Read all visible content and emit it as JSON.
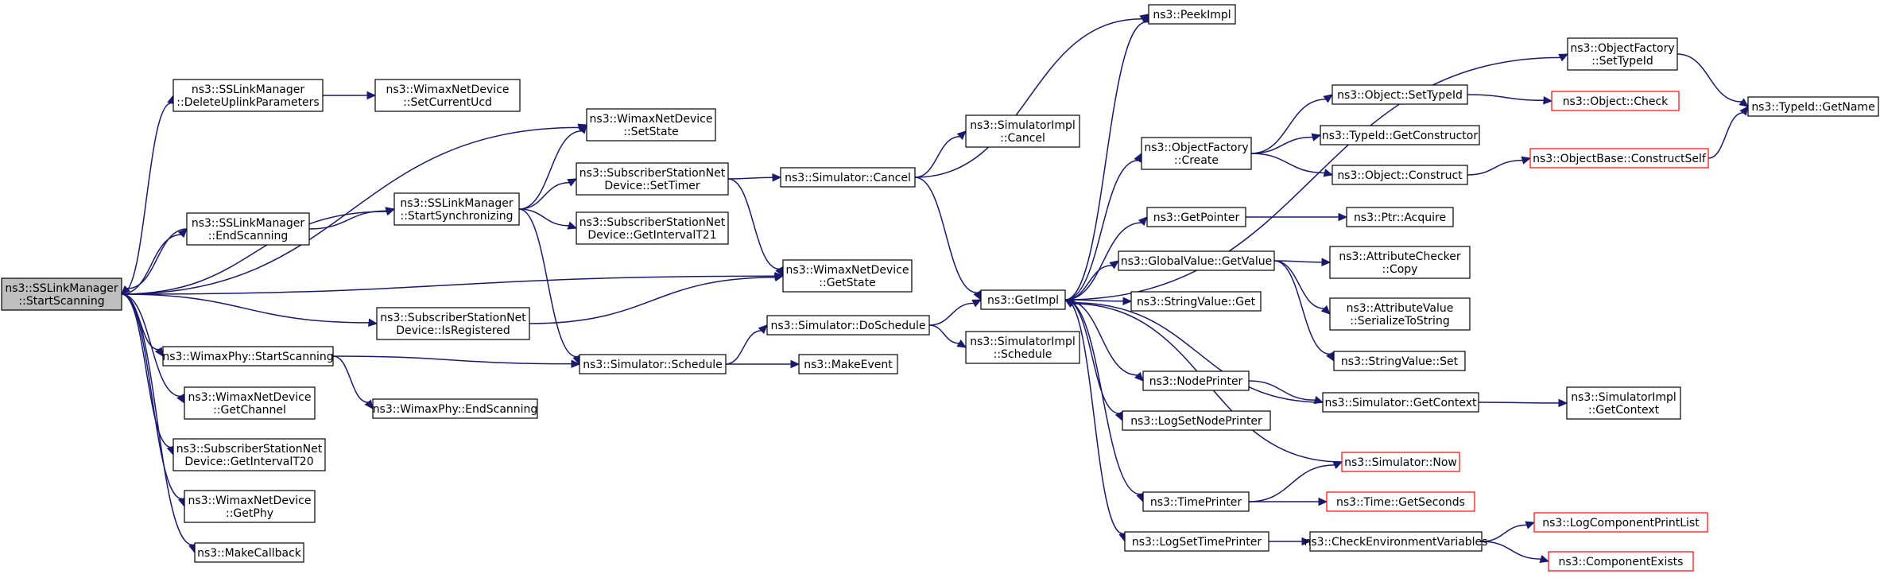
{
  "graph": {
    "edge_color": "#191970",
    "truncated_border_color": "#ff0000",
    "root_fill": "#bfbfbf",
    "nodes": [
      {
        "id": "root",
        "lines": [
          "ns3::SSLinkManager",
          "::StartScanning"
        ],
        "root": true
      },
      {
        "id": "deleteUplink",
        "lines": [
          "ns3::SSLinkManager",
          "::DeleteUplinkParameters"
        ]
      },
      {
        "id": "setCurrentUcd",
        "lines": [
          "ns3::WimaxNetDevice",
          "::SetCurrentUcd"
        ]
      },
      {
        "id": "setState",
        "lines": [
          "ns3::WimaxNetDevice",
          "::SetState"
        ]
      },
      {
        "id": "endScanningLM",
        "lines": [
          "ns3::SSLinkManager",
          "::EndScanning"
        ]
      },
      {
        "id": "startSync",
        "lines": [
          "ns3::SSLinkManager",
          "::StartSynchronizing"
        ]
      },
      {
        "id": "setTimer",
        "lines": [
          "ns3::SubscriberStationNet",
          "Device::SetTimer"
        ]
      },
      {
        "id": "getIntervalT21",
        "lines": [
          "ns3::SubscriberStationNet",
          "Device::GetIntervalT21"
        ]
      },
      {
        "id": "getState",
        "lines": [
          "ns3::WimaxNetDevice",
          "::GetState"
        ]
      },
      {
        "id": "isRegistered",
        "lines": [
          "ns3::SubscriberStationNet",
          "Device::IsRegistered"
        ]
      },
      {
        "id": "phyStartScanning",
        "lines": [
          "ns3::WimaxPhy::StartScanning"
        ]
      },
      {
        "id": "phyEndScanning",
        "lines": [
          "ns3::WimaxPhy::EndScanning"
        ]
      },
      {
        "id": "getChannel",
        "lines": [
          "ns3::WimaxNetDevice",
          "::GetChannel"
        ]
      },
      {
        "id": "getIntervalT20",
        "lines": [
          "ns3::SubscriberStationNet",
          "Device::GetIntervalT20"
        ]
      },
      {
        "id": "getPhy",
        "lines": [
          "ns3::WimaxNetDevice",
          "::GetPhy"
        ]
      },
      {
        "id": "makeCallback",
        "lines": [
          "ns3::MakeCallback"
        ]
      },
      {
        "id": "simCancel",
        "lines": [
          "ns3::Simulator::Cancel"
        ]
      },
      {
        "id": "simImplCancel",
        "lines": [
          "ns3::SimulatorImpl",
          "::Cancel"
        ]
      },
      {
        "id": "simSchedule",
        "lines": [
          "ns3::Simulator::Schedule"
        ]
      },
      {
        "id": "simDoSchedule",
        "lines": [
          "ns3::Simulator::DoSchedule"
        ]
      },
      {
        "id": "makeEvent",
        "lines": [
          "ns3::MakeEvent"
        ]
      },
      {
        "id": "simImplSchedule",
        "lines": [
          "ns3::SimulatorImpl",
          "::Schedule"
        ]
      },
      {
        "id": "getImpl",
        "lines": [
          "ns3::GetImpl"
        ]
      },
      {
        "id": "peekImpl",
        "lines": [
          "ns3::PeekImpl"
        ]
      },
      {
        "id": "ofCreate",
        "lines": [
          "ns3::ObjectFactory",
          "::Create"
        ]
      },
      {
        "id": "ofSetTypeId",
        "lines": [
          "ns3::ObjectFactory",
          "::SetTypeId"
        ]
      },
      {
        "id": "typeIdGetName",
        "lines": [
          "ns3::TypeId::GetName"
        ]
      },
      {
        "id": "objSetTypeId",
        "lines": [
          "ns3::Object::SetTypeId"
        ]
      },
      {
        "id": "objCheck",
        "lines": [
          "ns3::Object::Check"
        ],
        "truncated": true
      },
      {
        "id": "typeIdGetCtor",
        "lines": [
          "ns3::TypeId::GetConstructor"
        ]
      },
      {
        "id": "objConstruct",
        "lines": [
          "ns3::Object::Construct"
        ]
      },
      {
        "id": "objBaseConstructSelf",
        "lines": [
          "ns3::ObjectBase::ConstructSelf"
        ],
        "truncated": true
      },
      {
        "id": "getPointer",
        "lines": [
          "ns3::GetPointer"
        ]
      },
      {
        "id": "ptrAcquire",
        "lines": [
          "ns3::Ptr::Acquire"
        ]
      },
      {
        "id": "gvGetValue",
        "lines": [
          "ns3::GlobalValue::GetValue"
        ]
      },
      {
        "id": "attrCheckerCopy",
        "lines": [
          "ns3::AttributeChecker",
          "::Copy"
        ]
      },
      {
        "id": "attrValueSerialize",
        "lines": [
          "ns3::AttributeValue",
          "::SerializeToString"
        ]
      },
      {
        "id": "stringValueGet",
        "lines": [
          "ns3::StringValue::Get"
        ]
      },
      {
        "id": "stringValueSet",
        "lines": [
          "ns3::StringValue::Set"
        ]
      },
      {
        "id": "nodePrinter",
        "lines": [
          "ns3::NodePrinter"
        ]
      },
      {
        "id": "simGetContext",
        "lines": [
          "ns3::Simulator::GetContext"
        ]
      },
      {
        "id": "simImplGetContext",
        "lines": [
          "ns3::SimulatorImpl",
          "::GetContext"
        ]
      },
      {
        "id": "logSetNodePrinter",
        "lines": [
          "ns3::LogSetNodePrinter"
        ]
      },
      {
        "id": "simNow",
        "lines": [
          "ns3::Simulator::Now"
        ],
        "truncated": true
      },
      {
        "id": "timePrinter",
        "lines": [
          "ns3::TimePrinter"
        ]
      },
      {
        "id": "timeGetSeconds",
        "lines": [
          "ns3::Time::GetSeconds"
        ],
        "truncated": true
      },
      {
        "id": "logSetTimePrinter",
        "lines": [
          "ns3::LogSetTimePrinter"
        ]
      },
      {
        "id": "checkEnvVars",
        "lines": [
          "ns3::CheckEnvironmentVariables"
        ]
      },
      {
        "id": "logComponentPrintList",
        "lines": [
          "ns3::LogComponentPrintList"
        ],
        "truncated": true
      },
      {
        "id": "componentExists",
        "lines": [
          "ns3::ComponentExists"
        ],
        "truncated": true
      }
    ],
    "edges": [
      [
        "root",
        "deleteUplink"
      ],
      [
        "root",
        "setState"
      ],
      [
        "root",
        "endScanningLM"
      ],
      [
        "root",
        "startSync"
      ],
      [
        "root",
        "getState"
      ],
      [
        "root",
        "isRegistered"
      ],
      [
        "root",
        "phyStartScanning"
      ],
      [
        "root",
        "getChannel"
      ],
      [
        "root",
        "getIntervalT20"
      ],
      [
        "root",
        "getPhy"
      ],
      [
        "root",
        "makeCallback"
      ],
      [
        "deleteUplink",
        "setCurrentUcd"
      ],
      [
        "endScanningLM",
        "root"
      ],
      [
        "endScanningLM",
        "startSync"
      ],
      [
        "startSync",
        "setState"
      ],
      [
        "startSync",
        "setTimer"
      ],
      [
        "startSync",
        "getIntervalT21"
      ],
      [
        "startSync",
        "simSchedule"
      ],
      [
        "setTimer",
        "simCancel"
      ],
      [
        "setTimer",
        "getState"
      ],
      [
        "isRegistered",
        "getState"
      ],
      [
        "phyStartScanning",
        "simSchedule"
      ],
      [
        "phyStartScanning",
        "phyEndScanning"
      ],
      [
        "simCancel",
        "simImplCancel"
      ],
      [
        "simCancel",
        "getImpl"
      ],
      [
        "simCancel",
        "peekImpl"
      ],
      [
        "simSchedule",
        "simDoSchedule"
      ],
      [
        "simSchedule",
        "makeEvent"
      ],
      [
        "simDoSchedule",
        "getImpl"
      ],
      [
        "simDoSchedule",
        "simImplSchedule"
      ],
      [
        "getImpl",
        "peekImpl"
      ],
      [
        "getImpl",
        "ofSetTypeId"
      ],
      [
        "getImpl",
        "ofCreate"
      ],
      [
        "getImpl",
        "getPointer"
      ],
      [
        "getImpl",
        "gvGetValue"
      ],
      [
        "getImpl",
        "stringValueGet"
      ],
      [
        "getImpl",
        "nodePrinter"
      ],
      [
        "getImpl",
        "logSetNodePrinter"
      ],
      [
        "getImpl",
        "timePrinter"
      ],
      [
        "getImpl",
        "logSetTimePrinter"
      ],
      [
        "ofSetTypeId",
        "typeIdGetName"
      ],
      [
        "ofCreate",
        "objSetTypeId"
      ],
      [
        "ofCreate",
        "typeIdGetCtor"
      ],
      [
        "ofCreate",
        "objConstruct"
      ],
      [
        "objSetTypeId",
        "objCheck"
      ],
      [
        "objConstruct",
        "objBaseConstructSelf"
      ],
      [
        "objBaseConstructSelf",
        "typeIdGetName"
      ],
      [
        "getPointer",
        "ptrAcquire"
      ],
      [
        "gvGetValue",
        "attrCheckerCopy"
      ],
      [
        "gvGetValue",
        "attrValueSerialize"
      ],
      [
        "gvGetValue",
        "stringValueSet"
      ],
      [
        "nodePrinter",
        "simGetContext"
      ],
      [
        "simGetContext",
        "getImpl"
      ],
      [
        "simGetContext",
        "simImplGetContext"
      ],
      [
        "simNow",
        "getImpl"
      ],
      [
        "timePrinter",
        "simNow"
      ],
      [
        "timePrinter",
        "timeGetSeconds"
      ],
      [
        "logSetTimePrinter",
        "checkEnvVars"
      ],
      [
        "checkEnvVars",
        "logComponentPrintList"
      ],
      [
        "checkEnvVars",
        "componentExists"
      ]
    ]
  }
}
